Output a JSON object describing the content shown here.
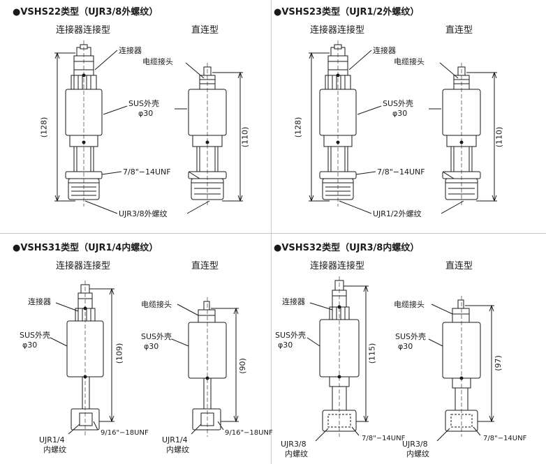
{
  "panels": [
    {
      "title": "●VSHS22类型（UJR3/8外螺纹）",
      "left_view": "连接器连接型",
      "right_view": "直连型",
      "labels": {
        "connector": "连接器",
        "cable_joint": "电缆接头",
        "sus_shell": "SUS外壳",
        "diameter": "φ30",
        "thread": "7/8\"−14UNF",
        "fitting": "UJR3/8外螺纹"
      },
      "dim_left": "(128)",
      "dim_right": "(110)"
    },
    {
      "title": "●VSHS23类型（UJR1/2外螺纹）",
      "left_view": "连接器连接型",
      "right_view": "直连型",
      "labels": {
        "connector": "连接器",
        "cable_joint": "电缆接头",
        "sus_shell": "SUS外壳",
        "diameter": "φ30",
        "thread": "7/8\"−14UNF",
        "fitting": "UJR1/2外螺纹"
      },
      "dim_left": "(128)",
      "dim_right": "(110)"
    },
    {
      "title": "●VSHS31类型（UJR1/4内螺纹）",
      "left_view": "连接器连接型",
      "right_view": "直连型",
      "labels": {
        "connector": "连接器",
        "cable_joint": "电缆接头",
        "sus_shell": "SUS外壳",
        "diameter": "φ30",
        "thread": "9/16\"−18UNF",
        "fitting_line1": "UJR1/4",
        "fitting_line2": "内螺纹"
      },
      "dim_left": "(109)",
      "dim_right": "(90)"
    },
    {
      "title": "●VSHS32类型（UJR3/8内螺纹）",
      "left_view": "连接器连接型",
      "right_view": "直连型",
      "labels": {
        "connector": "连接器",
        "cable_joint": "电缆接头",
        "sus_shell": "SUS外壳",
        "diameter": "φ30",
        "thread": "7/8\"−14UNF",
        "fitting_line1": "UJR3/8",
        "fitting_line2": "内螺纹"
      },
      "dim_left": "(115)",
      "dim_right": "(97)"
    }
  ],
  "colors": {
    "line": "#1a1a1a",
    "fill_light": "#ffffff",
    "separator": "#c8c8c8"
  }
}
